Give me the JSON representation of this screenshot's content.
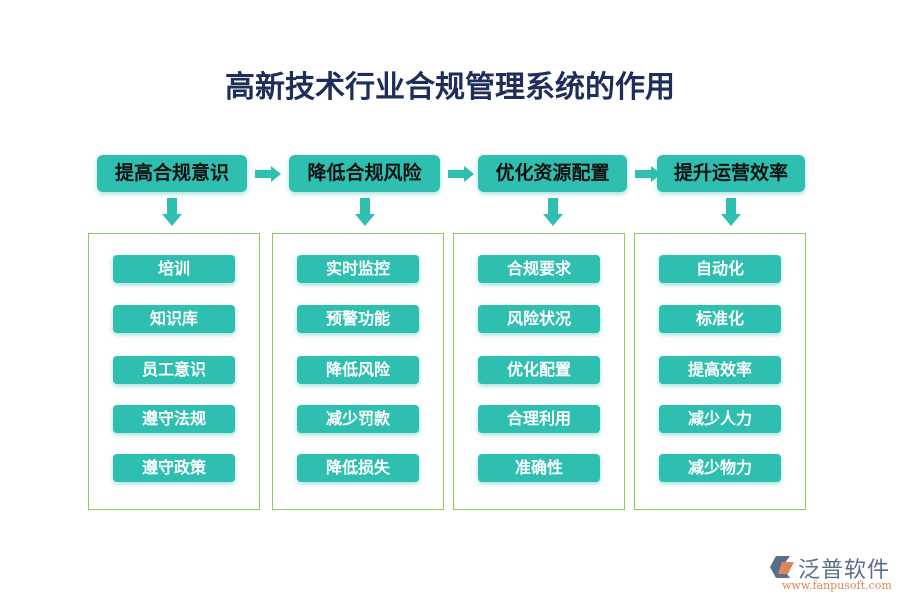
{
  "title": "高新技术行业合规管理系统的作用",
  "colors": {
    "teal": "#2ebfb0",
    "border": "#8ccc5a",
    "title": "#1f2d5a"
  },
  "columns": [
    {
      "heading": "提高合规意识",
      "items": [
        "培训",
        "知识库",
        "员工意识",
        "遵守法规",
        "遵守政策"
      ]
    },
    {
      "heading": "降低合规风险",
      "items": [
        "实时监控",
        "预警功能",
        "降低风险",
        "减少罚款",
        "降低损失"
      ]
    },
    {
      "heading": "优化资源配置",
      "items": [
        "合规要求",
        "风险状况",
        "优化配置",
        "合理利用",
        "准确性"
      ]
    },
    {
      "heading": "提升运营效率",
      "items": [
        "自动化",
        "标准化",
        "提高效率",
        "减少人力",
        "减少物力"
      ]
    }
  ],
  "logo": {
    "name": "泛普软件",
    "url": "www.fanpusoft.com"
  }
}
